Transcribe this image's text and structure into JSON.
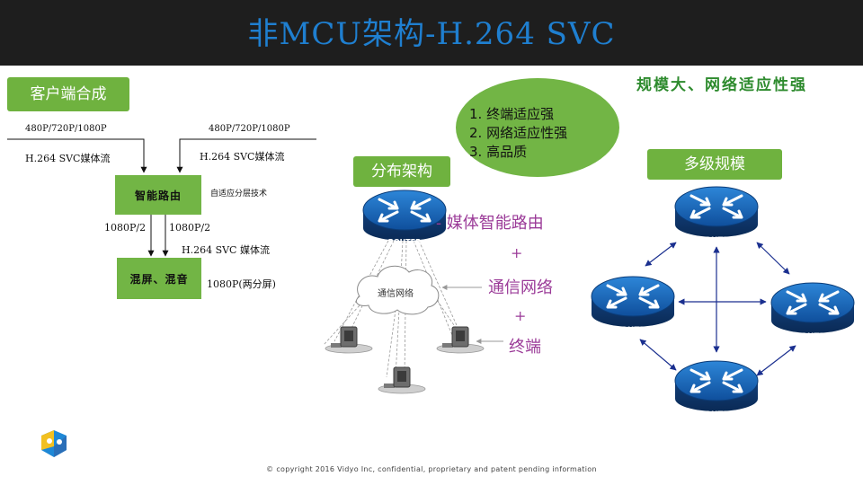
{
  "slide": {
    "title": "非MCU架构-H.264 SVC",
    "tagline": "规模大、网络适应性强",
    "footer": "© copyright  2016 Vidyo Inc, confidential, proprietary and patent pending information"
  },
  "client_section": {
    "label": "客户端合成",
    "input_left": {
      "resolutions": "480P/720P/1080P",
      "stream": "H.264 SVC媒体流"
    },
    "input_right": {
      "resolutions": "480P/720P/1080P",
      "stream": "H.264 SVC媒体流"
    },
    "router_box": "智能路由",
    "router_note": "自适应分层技术",
    "split_left": "1080P/2",
    "split_right": "1080P/2",
    "output_stream": "H.264 SVC 媒体流",
    "mix_box": "混屏、混音",
    "mix_note": "1080P(两分屏)"
  },
  "benefits": {
    "items": [
      "1.  终端适应强",
      "2.  网络适应性强",
      "3.  高品质"
    ]
  },
  "distributed": {
    "label": "分布架构",
    "router_label": "ROUTER",
    "router_caption": "- 媒体智能路由",
    "plus_1": "+",
    "cloud_label": "通信网络",
    "network_caption": "通信网络",
    "plus_2": "+",
    "terminal_caption": "终端"
  },
  "multilevel": {
    "label": "多级规模",
    "router_labels": [
      "ROUTER",
      "ROUTER",
      "ROUTER",
      "ROUTER"
    ]
  },
  "colors": {
    "header_bg": "#1e1e1e",
    "title": "#1f7fd0",
    "green": "#6fb23f",
    "tagline": "#2e8b2e",
    "purple": "#9b3b98",
    "router_blue": "#1565b8",
    "arrow_blue": "#1a2f8f"
  }
}
